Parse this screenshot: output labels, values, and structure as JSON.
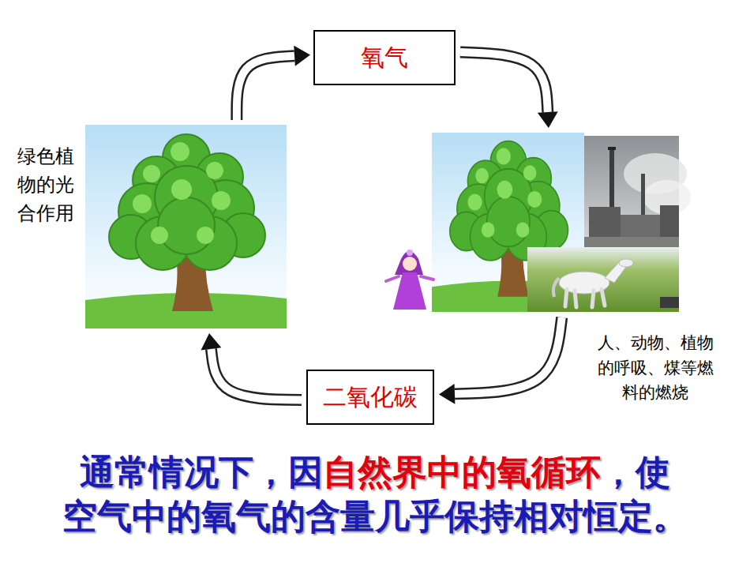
{
  "diagram": {
    "nodes": [
      {
        "text": [
          "氧气"
        ]
      },
      {
        "text": [
          "绿色植物的光合作用"
        ]
      },
      {
        "text": [
          "人、动物、植物的呼吸、煤等燃料的燃烧"
        ]
      },
      {
        "text": [
          "二氧化碳"
        ]
      }
    ],
    "edges": [
      {
        "from": 1,
        "to": 0,
        "arrow": "to"
      },
      {
        "from": 0,
        "to": 2,
        "arrow": "to"
      },
      {
        "from": 2,
        "to": 3,
        "arrow": "to"
      },
      {
        "from": 3,
        "to": 1,
        "arrow": "to"
      }
    ],
    "labels": [
      "通常情况下，因",
      "自然界中的氧循环",
      "，使",
      "空气中的氧气的含量几乎保持相对恒定。"
    ]
  }
}
